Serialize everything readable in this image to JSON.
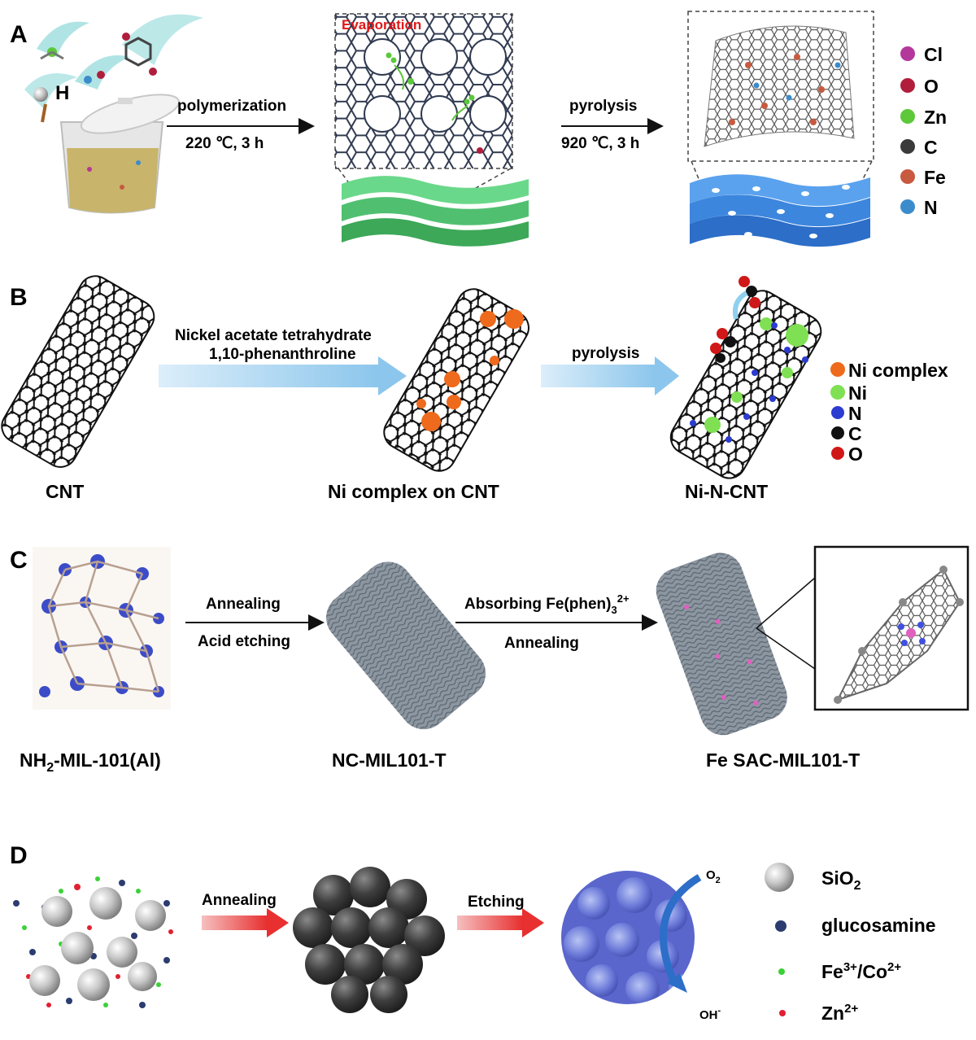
{
  "panels": {
    "a": {
      "letter": "A",
      "precursor_label": "H",
      "step1": {
        "top": "polymerization",
        "bottom": "220 ℃, 3 h"
      },
      "inset_label": "Evaporation",
      "step2": {
        "top": "pyrolysis",
        "bottom": "920 ℃, 3 h"
      },
      "legend": [
        {
          "label": "Cl",
          "color": "#b4389b"
        },
        {
          "label": "O",
          "color": "#b01e3c"
        },
        {
          "label": "Zn",
          "color": "#5cc83a"
        },
        {
          "label": "C",
          "color": "#3a3a3a"
        },
        {
          "label": "Fe",
          "color": "#c85a40"
        },
        {
          "label": "N",
          "color": "#3c8ccc"
        }
      ]
    },
    "b": {
      "letter": "B",
      "step1": {
        "line1": "Nickel acetate tetrahydrate",
        "line2": "1,10-phenanthroline"
      },
      "step2": "pyrolysis",
      "captions": [
        "CNT",
        "Ni complex on CNT",
        "Ni-N-CNT"
      ],
      "legend": [
        {
          "label": "Ni complex",
          "color": "#ee6a1c"
        },
        {
          "label": "Ni",
          "color": "#7ee052"
        },
        {
          "label": "N",
          "color": "#2c3cd0"
        },
        {
          "label": "C",
          "color": "#111111"
        },
        {
          "label": "O",
          "color": "#d01818"
        }
      ]
    },
    "c": {
      "letter": "C",
      "step1": {
        "top": "Annealing",
        "bottom": "Acid etching"
      },
      "step2": {
        "top_main": "Absorbing Fe(phen)",
        "top_sub": "3",
        "top_sup": "2+",
        "bottom": "Annealing"
      },
      "captions": {
        "first": {
          "pre": "NH",
          "sub": "2",
          "post": "-MIL-101(Al)"
        },
        "second": "NC-MIL101-T",
        "third": "Fe SAC-MIL101-T"
      }
    },
    "d": {
      "letter": "D",
      "step1": "Annealing",
      "step2": "Etching",
      "o2": {
        "main": "O",
        "sub": "2"
      },
      "oh": {
        "main": "OH",
        "sup": "-"
      },
      "legend": [
        {
          "main": "SiO",
          "sub": "2",
          "color": "#bcbcbc"
        },
        {
          "main": "glucosamine",
          "color": "#2c3c70"
        },
        {
          "main": "Fe",
          "sup1": "3+",
          "mid": "/Co",
          "sup2": "2+",
          "color": "#3cd038"
        },
        {
          "main": "Zn",
          "sup1": "2+",
          "color": "#e02030"
        }
      ]
    }
  }
}
